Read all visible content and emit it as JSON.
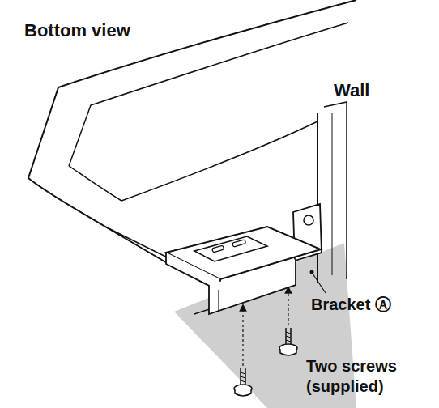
{
  "diagram": {
    "labels": [
      "Bottom view",
      "Wall",
      "Bracket Ⓐ",
      "Two screws (supplied)"
    ]
  }
}
